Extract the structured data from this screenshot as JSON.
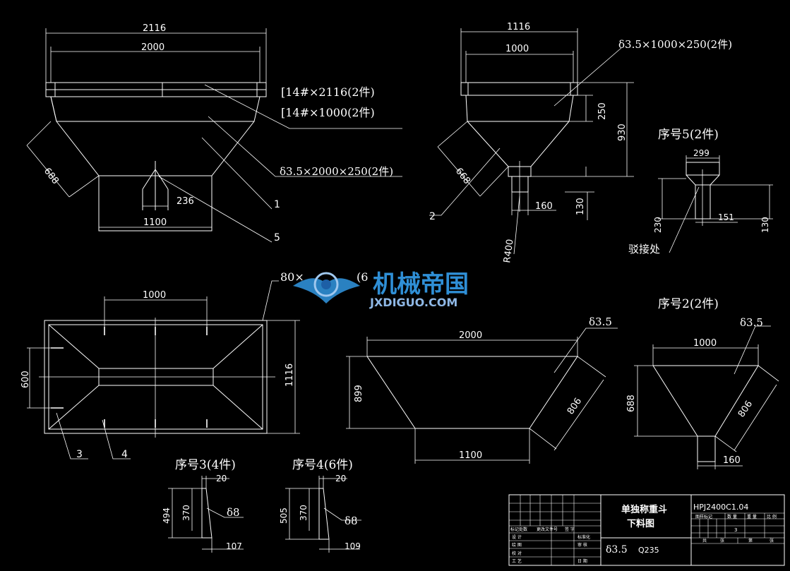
{
  "drawing": {
    "front_view": {
      "dim_top": "2116",
      "dim_inner": "2000",
      "dim_slant": "688",
      "dim_small": "236",
      "dim_bottom": "1100",
      "note_channel_long": "[14#×2116(2件)",
      "note_channel_short": "[14#×1000(2件)",
      "note_plate": "δ3.5×2000×250(2件)",
      "callout_1": "1",
      "callout_5": "5"
    },
    "side_view": {
      "dim_top": "1116",
      "dim_inner": "1000",
      "note_plate": "δ3.5×1000×250(2件)",
      "dim_250": "250",
      "dim_930": "930",
      "dim_slant": "668",
      "dim_160": "160",
      "dim_130": "130",
      "dim_r400": "R400",
      "callout_2": "2"
    },
    "part5": {
      "title": "序号5(2件)",
      "dim_299": "299",
      "dim_230": "230",
      "dim_151": "151",
      "dim_130": "130",
      "note_joint": "驳接处"
    },
    "plan_view": {
      "note_partial": "80×",
      "note_partial_end": "(6",
      "dim_1000": "1000",
      "dim_600": "600",
      "dim_1116": "1116",
      "callout_3": "3",
      "callout_4": "4"
    },
    "part1": {
      "note_thk": "δ3.5",
      "dim_2000": "2000",
      "dim_899": "899",
      "dim_806": "806",
      "dim_1100": "1100"
    },
    "part2": {
      "title": "序号2(2件)",
      "note_thk": "δ3.5",
      "dim_1000": "1000",
      "dim_688": "688",
      "dim_806": "806",
      "dim_160": "160"
    },
    "part3": {
      "title": "序号3(4件)",
      "dim_20": "20",
      "dim_494": "494",
      "dim_370": "370",
      "note_thk": "δ8",
      "dim_107": "107"
    },
    "part4": {
      "title": "序号4(6件)",
      "dim_20": "20",
      "dim_505": "505",
      "dim_370": "370",
      "note_thk": "δ8",
      "dim_109": "109"
    },
    "title_block": {
      "name_line1": "单独称重斗",
      "name_line2": "下料图",
      "drawing_no": "HPJ2400C1.04",
      "material_thk": "δ3.5",
      "material": "Q235",
      "h_stage": "图样标记",
      "h_qty": "数 量",
      "h_weight": "重 量",
      "h_scale": "比 例",
      "qty_value": "3",
      "h_total": "共",
      "h_sheets": "张",
      "h_no": "第",
      "h_sheet": "张",
      "h_rev": "标记处数",
      "h_docno": "更改文件号",
      "h_sign": "签 字",
      "h_design": "设 计",
      "h_std": "标准化",
      "h_draw": "绘 图",
      "h_review": "审 核",
      "h_check": "校 对",
      "h_process": "工 艺",
      "h_date": "日 期"
    },
    "watermark": {
      "cn": "机械帝国",
      "en": "JXDIGUO.COM"
    }
  },
  "colors": {
    "background": "#000000",
    "line": "#ffffff",
    "watermark_blue": "#2f8fd6"
  }
}
